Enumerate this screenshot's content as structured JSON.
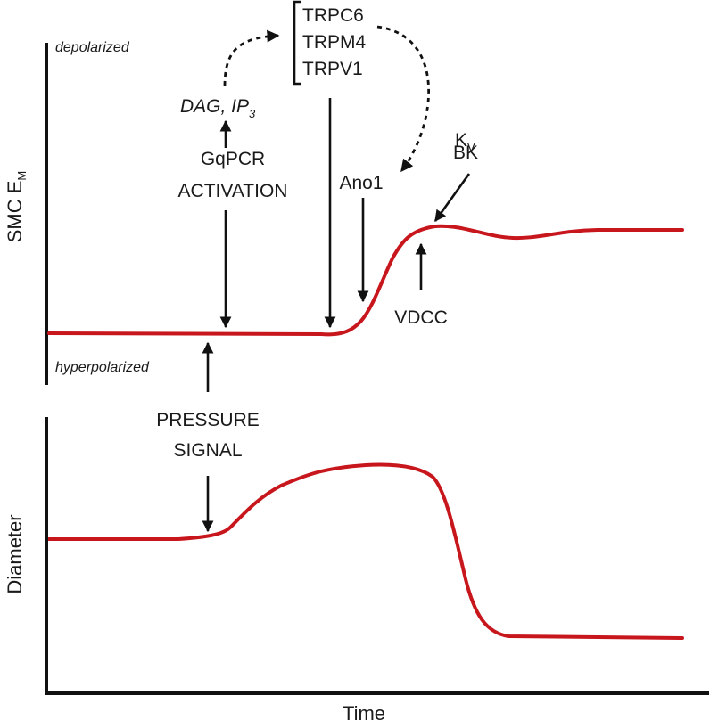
{
  "colors": {
    "trace": "#c8161d",
    "ink": "#111111"
  },
  "top_panel": {
    "ylabel_main": "SMC E",
    "ylabel_sub": "M",
    "top_label": "depolarized",
    "bottom_label": "hyperpolarized"
  },
  "bottom_panel": {
    "ylabel": "Diameter",
    "xlabel": "Time"
  },
  "annotations": {
    "dag": "DAG, IP",
    "dag_sub": "3",
    "gqpcr_line1": "GqPCR",
    "gqpcr_line2": "ACTIVATION",
    "trp_channels": [
      "TRPC6",
      "TRPM4",
      "TRPV1"
    ],
    "ano1": "Ano1",
    "kv_main": "K",
    "kv_sub": "V",
    "bk": "BK",
    "vdcc": "VDCC",
    "pressure_line1": "PRESSURE",
    "pressure_line2": "SIGNAL"
  }
}
